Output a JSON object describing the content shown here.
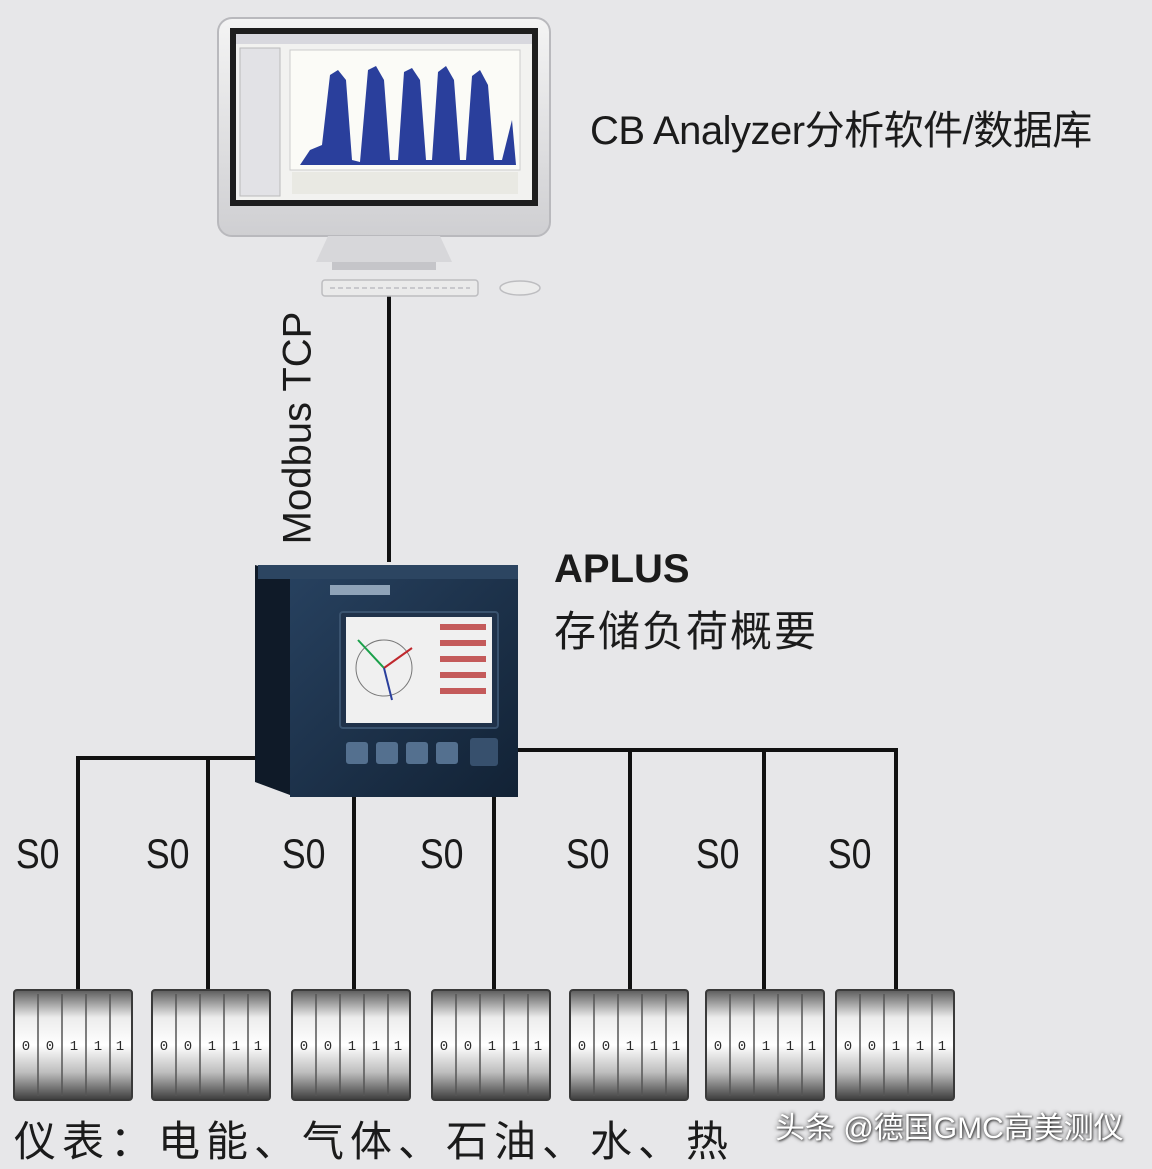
{
  "software": {
    "label": "CB Analyzer分析软件/数据库"
  },
  "link": {
    "protocol": "Modbus TCP"
  },
  "device": {
    "name": "APLUS",
    "subtitle": "存储负荷概要"
  },
  "meters": {
    "port_labels": [
      "S0",
      "S0",
      "S0",
      "S0",
      "S0",
      "S0",
      "S0"
    ],
    "counter_digits": "00111",
    "caption": "仪表：电能、气体、石油、水、热"
  },
  "watermark": "头条 @德国GMC高美测仪",
  "colors": {
    "background": "#e7e7e9",
    "line": "#111111",
    "device_body": "#1c2f45",
    "chart_bar": "#2a3f9c"
  },
  "icons": [
    "desktop-monitor-icon",
    "keyboard-icon",
    "mouse-icon",
    "power-analyzer-icon",
    "counter-meter-icon"
  ]
}
